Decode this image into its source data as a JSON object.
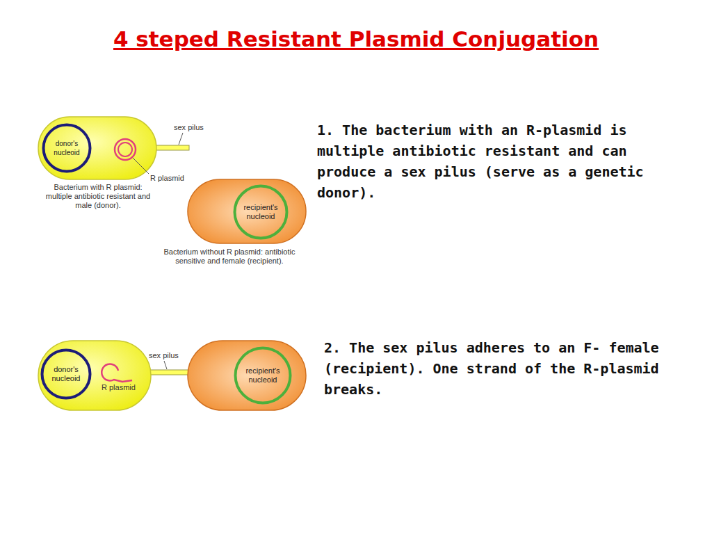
{
  "diagram": {
    "title": "4 steped Resistant Plasmid Conjugation",
    "nodes": [
      {
        "text": [
          "donor's nucleoid"
        ]
      },
      {
        "text": [
          "recipient's nucleoid"
        ]
      },
      {
        "text": [
          "donor's nucleoid"
        ]
      },
      {
        "text": [
          "recipient's nucleoid"
        ]
      }
    ],
    "labels": [
      "sex pilus",
      "R plasmid",
      "Bacterium with R plasmid: multiple antibiotic resistant and male (donor).",
      "Bacterium without R plasmid: antibiotic sensitive and female (recipient).",
      "1. The bacterium with an R-plasmid is multiple antibiotic resistant and can produce a sex pilus (serve as a genetic donor).",
      "sex pilus",
      "R plasmid",
      "2. The sex pilus adheres to an F- female (recipient). One strand of the R-plasmid breaks."
    ]
  }
}
